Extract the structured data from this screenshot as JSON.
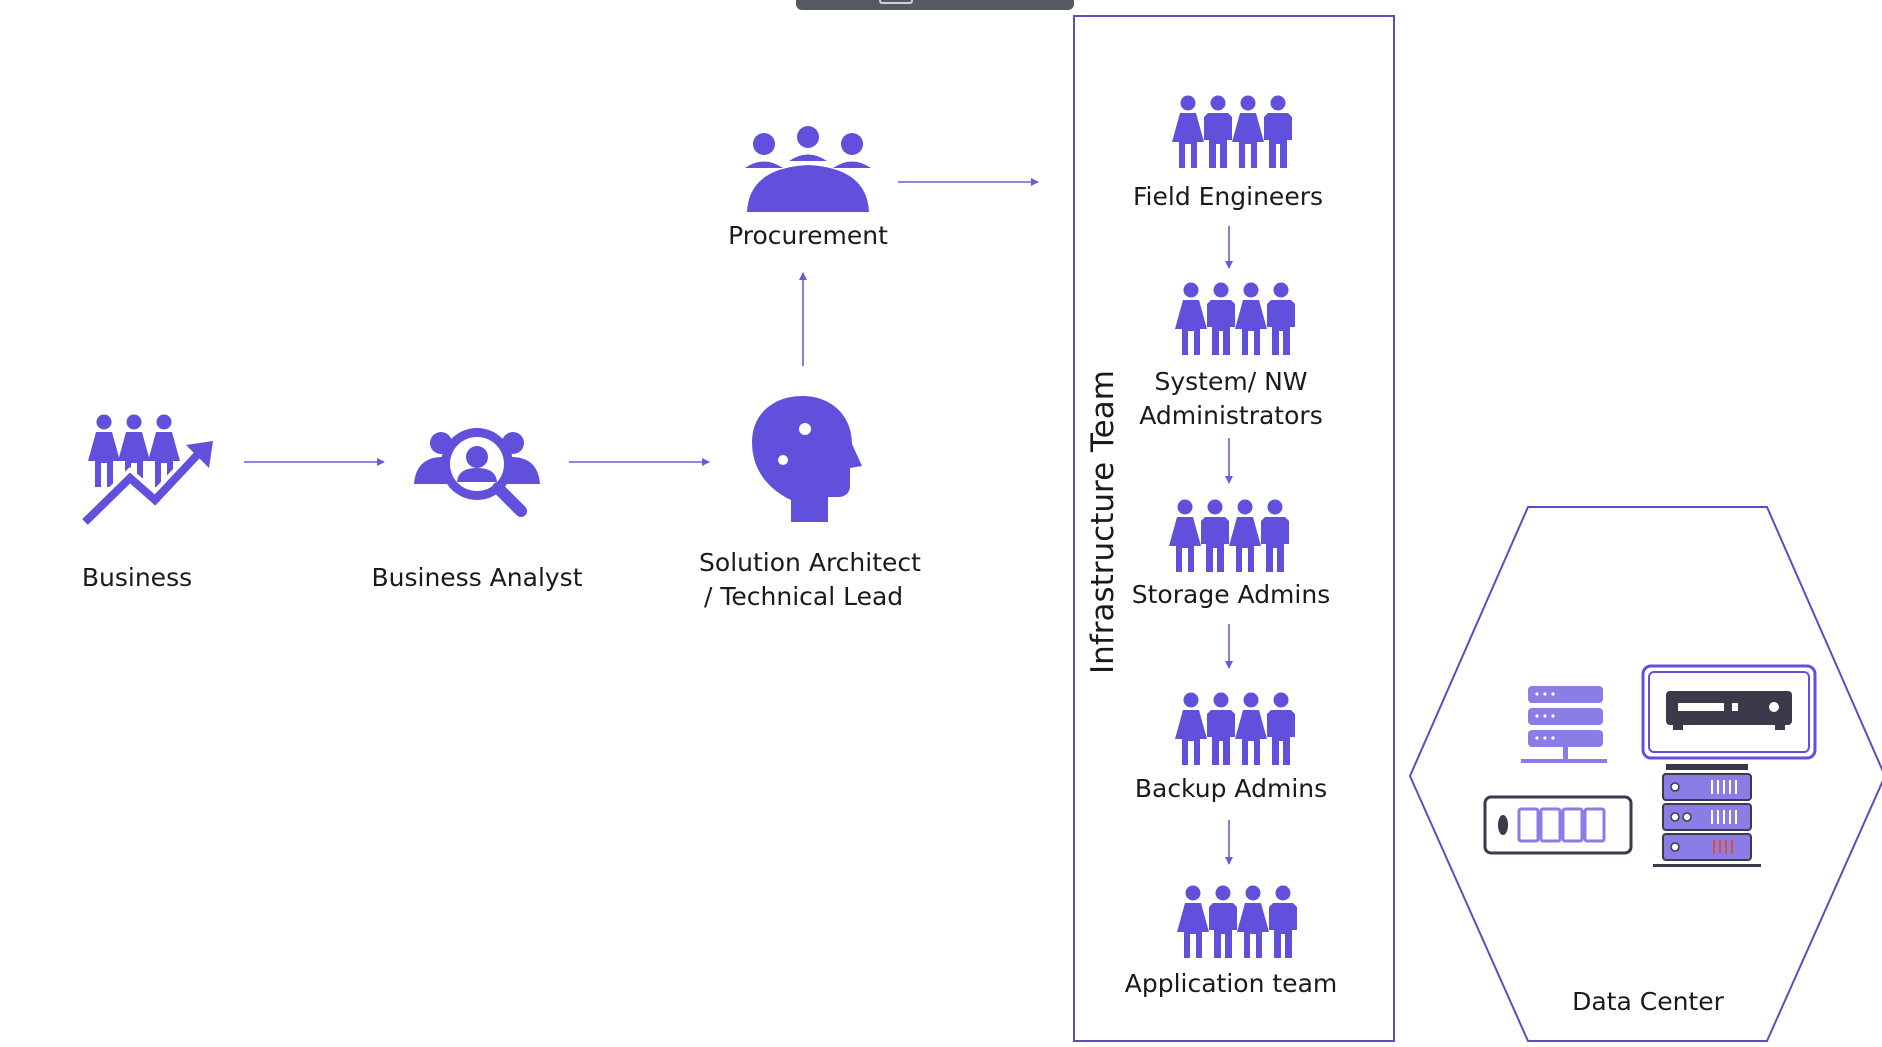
{
  "colors": {
    "accent": "#6050dc",
    "arrow": "#6a5bd7",
    "frame": "#5a4ec4",
    "text": "#1a1a1a"
  },
  "flow": {
    "business": "Business",
    "business_analyst": "Business Analyst",
    "solution_architect_line1": "Solution Architect",
    "solution_architect_line2": "/ Technical Lead",
    "procurement": "Procurement"
  },
  "infrastructure": {
    "title": "Infrastructure Team",
    "teams": [
      {
        "label": "Field Engineers",
        "icon": "four-people-icon"
      },
      {
        "label_line1": "System/ NW",
        "label_line2": "Administrators",
        "icon": "four-people-icon"
      },
      {
        "label": "Storage Admins",
        "icon": "four-people-icon"
      },
      {
        "label": "Backup Admins",
        "icon": "four-people-icon"
      },
      {
        "label": "Application team",
        "icon": "four-people-icon"
      }
    ]
  },
  "data_center": {
    "label": "Data Center",
    "icons": [
      "server-stack-icon",
      "network-appliance-icon",
      "storage-array-icon",
      "server-rack-icon"
    ]
  }
}
